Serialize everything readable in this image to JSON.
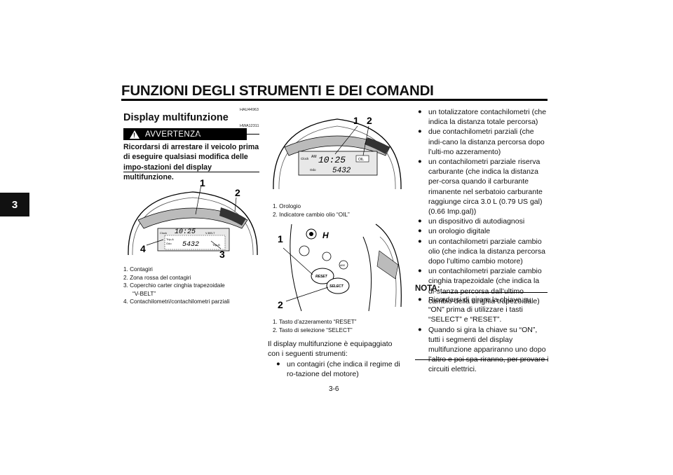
{
  "header": {
    "title": "FUNZIONI DEGLI STRUMENTI E DEI COMANDI",
    "chapter_tab": "3"
  },
  "left_column": {
    "code_top": "HAU44963",
    "section_title": "Display multifunzione",
    "warning_code": "HWA12311",
    "warning_label": "AVVERTENZA",
    "warning_text": "Ricordarsi di arrestare il veicolo prima di eseguire qualsiasi modifica delle impo-stazioni del display multifunzione.",
    "figure_callouts": [
      "1",
      "2",
      "3",
      "4"
    ],
    "figure_lcd_clock": "10:25",
    "figure_lcd_odo": "5432",
    "figure_lcd_labels": [
      "Clock",
      "Trip-A",
      "Odo",
      "Trip-B",
      "V-BELT"
    ],
    "captions": [
      "1. Contagiri",
      "2. Zona rossa del contagiri",
      "3. Coperchio carter cinghia trapezoidale",
      "“V-BELT”",
      "4. Contachilometri/contachilometri parziali"
    ]
  },
  "middle_column": {
    "figure_top_callouts": [
      "1",
      "2"
    ],
    "figure_top_clock": "10:25",
    "figure_top_odo": "5432",
    "figure_top_labels": [
      "Clock",
      "AM",
      "Odo",
      "OIL"
    ],
    "captions_top": [
      "1. Orologio",
      "2. Indicatore cambio olio “OIL”"
    ],
    "figure_bottom_callouts": [
      "1",
      "2"
    ],
    "figure_bottom_labels": [
      "RESET",
      "SELECT",
      "H",
      "ABS"
    ],
    "captions_bottom": [
      "1. Tasto d’azzeramento “RESET”",
      "2. Tasto di selezione “SELECT”"
    ],
    "intro_text": "Il display multifunzione è equipaggiato con i seguenti strumenti:",
    "bullets": [
      "un contagiri (che indica il regime di ro-tazione del motore)"
    ]
  },
  "right_column": {
    "bullets": [
      "un totalizzatore contachilometri (che indica la distanza totale percorsa)",
      "due contachilometri parziali (che indi-cano la distanza percorsa dopo l’ulti-mo azzeramento)",
      "un contachilometri parziale riserva carburante (che indica la distanza per-corsa quando il carburante rimanente nel serbatoio carburante raggiunge circa 3.0 L (0.79 US gal) (0.66 Imp.gal))",
      "un dispositivo di autodiagnosi",
      "un orologio digitale",
      "un contachilometri parziale cambio olio (che indica la distanza percorsa dopo l’ultimo cambio motore)",
      "un contachilometri parziale cambio cinghia trapezoidale (che indica la di-stanza percorsa dall’ultimo cambio della cinghia trapezoidale)"
    ],
    "note_title": "NOTA:",
    "note_bullets": [
      "Ricordarsi di girare la chiave su “ON” prima di utilizzare i tasti “SELECT” e “RESET”.",
      "Quando si gira la chiave su “ON”, tutti i segmenti del display multifunzione appariranno uno dopo l’altro e poi spa-riranno, per provare i circuiti elettrici."
    ]
  },
  "footer": {
    "page_number": "3-6"
  }
}
